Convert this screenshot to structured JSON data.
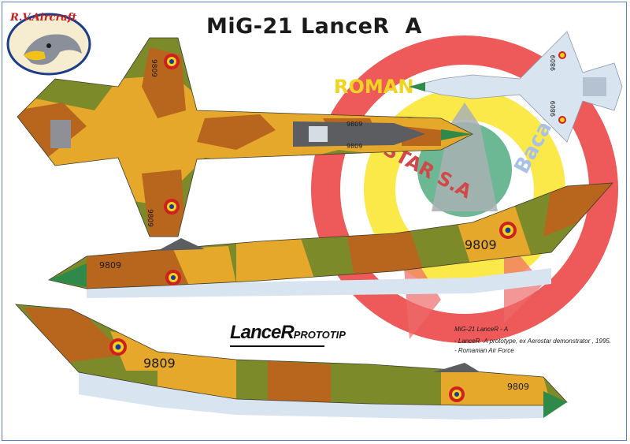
{
  "header": {
    "title": "MiG-21 LanceR  A"
  },
  "brand": {
    "logo_text": "R.V.Aircraft"
  },
  "background_badge": {
    "text_top": "ROMAN",
    "text_middle": "AEROSTAR S.A",
    "text_side": "Bacau"
  },
  "prototype_logo": {
    "lance": "LanceR",
    "prototip": "PROTOTIP"
  },
  "notes": {
    "title": "MiG-21 LanceR - A",
    "lines": [
      "- LanceR -A prototype, ex Aerostar demonstrator , 1995.",
      "- Romanian Air Force"
    ]
  },
  "markings": {
    "serial": "9809"
  },
  "colors": {
    "camo_olive": "#7d8a2a",
    "camo_brown": "#b8651e",
    "camo_sand": "#e6a82a",
    "underside_grey": "#d8e4ef",
    "radome_green": "#2f8a4a",
    "roundel_blue": "#1d3c9a",
    "roundel_yellow": "#f2d21a",
    "roundel_red": "#cf2020",
    "frame_blue": "#5a7fc4"
  }
}
